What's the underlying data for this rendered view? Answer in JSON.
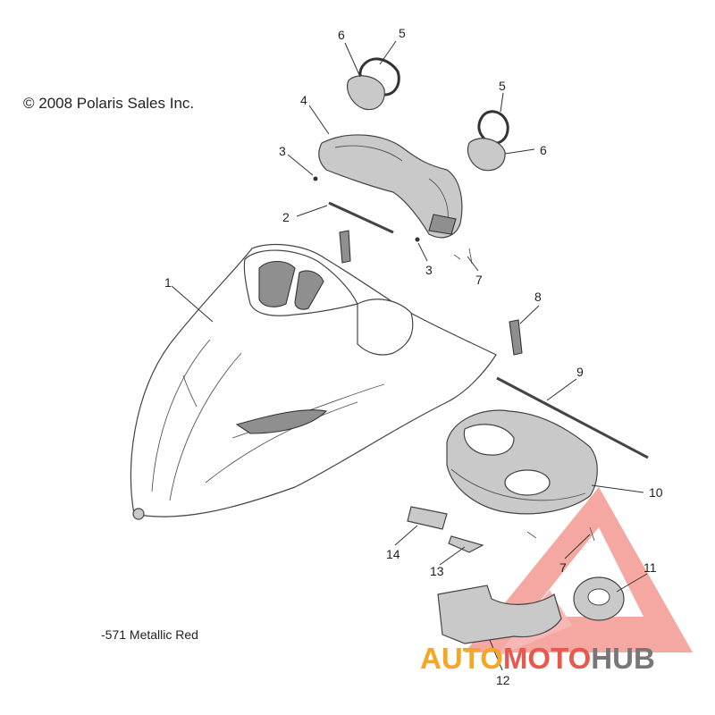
{
  "copyright": "© 2008 Polaris Sales Inc.",
  "paint_note": "-571 Metallic Red",
  "callouts": [
    "1",
    "2",
    "3",
    "3",
    "4",
    "5",
    "5",
    "6",
    "6",
    "7",
    "7",
    "8",
    "9",
    "10",
    "11",
    "12",
    "13",
    "14"
  ],
  "watermark": {
    "part1": "AUTO",
    "part2": "MOTO",
    "part3": "HUB",
    "color_orange": "#f5a623",
    "color_red": "#e8584f",
    "color_grey": "#777777"
  }
}
